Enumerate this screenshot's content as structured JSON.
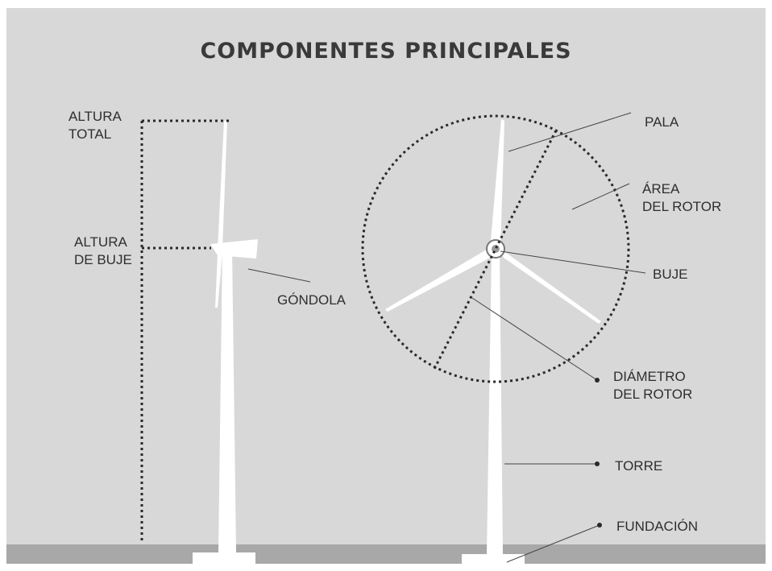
{
  "title": "COMPONENTES PRINCIPALES",
  "labels": {
    "altura_total": "ALTURA\nTOTAL",
    "altura_buje": "ALTURA\nDE BUJE",
    "gondola": "GÓNDOLA",
    "pala": "PALA",
    "area_rotor": "ÁREA\nDEL ROTOR",
    "buje": "BUJE",
    "diametro_rotor": "DIÁMETRO\nDEL ROTOR",
    "torre": "TORRE",
    "fundacion": "FUNDACIÓN"
  },
  "colors": {
    "background": "#d8d8d8",
    "ground": "#a8a8a8",
    "turbine": "#ffffff",
    "lines": "#333333"
  }
}
